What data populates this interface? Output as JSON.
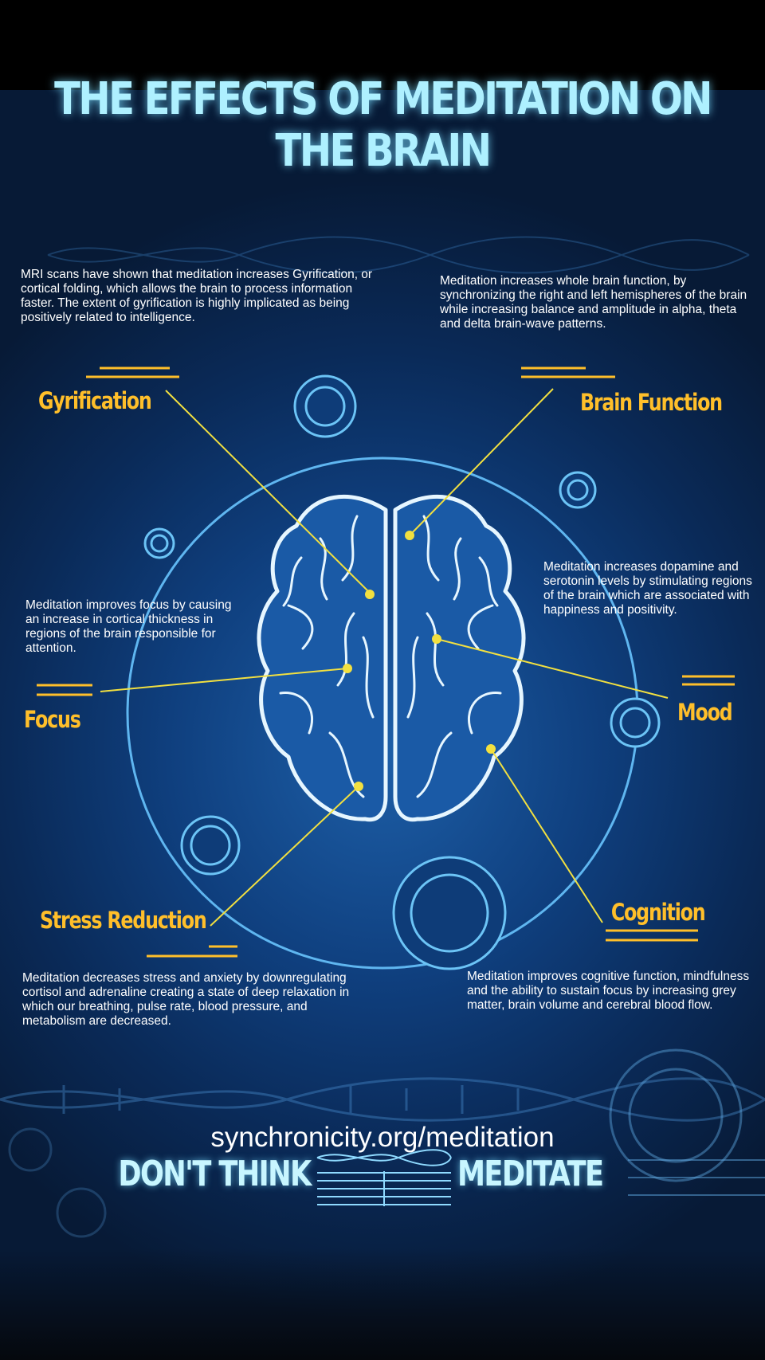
{
  "title": "THE EFFECTS OF MEDITATION ON THE BRAIN",
  "sections": {
    "gyrification": {
      "label": "Gyrification",
      "text": "MRI scans have shown that meditation increases Gyrification, or cortical folding, which allows the brain to process information faster. The extent of gyrification is highly implicated as being positively related to intelligence."
    },
    "brain_function": {
      "label": "Brain Function",
      "text": "Meditation increases whole brain function, by synchronizing the right and left hemispheres of the brain while increasing balance and amplitude in alpha, theta and delta brain-wave patterns."
    },
    "mood": {
      "label": "Mood",
      "text": "Meditation increases dopamine and serotonin levels by stimulating regions of the brain which are associated with happiness and positivity."
    },
    "focus": {
      "label": "Focus",
      "text": "Meditation improves focus by causing an increase in cortical thickness in regions of the brain responsible for attention."
    },
    "stress_reduction": {
      "label": "Stress Reduction",
      "text": "Meditation decreases stress and anxiety by downregulating cortisol and adrenaline creating a state of deep relaxation in which our breathing, pulse rate, blood pressure, and metabolism are decreased."
    },
    "cognition": {
      "label": "Cognition",
      "text": "Meditation improves cognitive function, mindfulness and the ability to sustain focus by increasing grey matter, brain volume and cerebral blood flow."
    }
  },
  "footer": {
    "left": "DON'T THINK",
    "right": "MEDITATE",
    "url": "synchronicity.org/meditation"
  },
  "colors": {
    "background": "#0f3f7e",
    "title": "#aef0ff",
    "label": "#ffbf2a",
    "connector": "#f2e040",
    "ring": "#5fb6f0",
    "brain": "#e6f6ff"
  }
}
